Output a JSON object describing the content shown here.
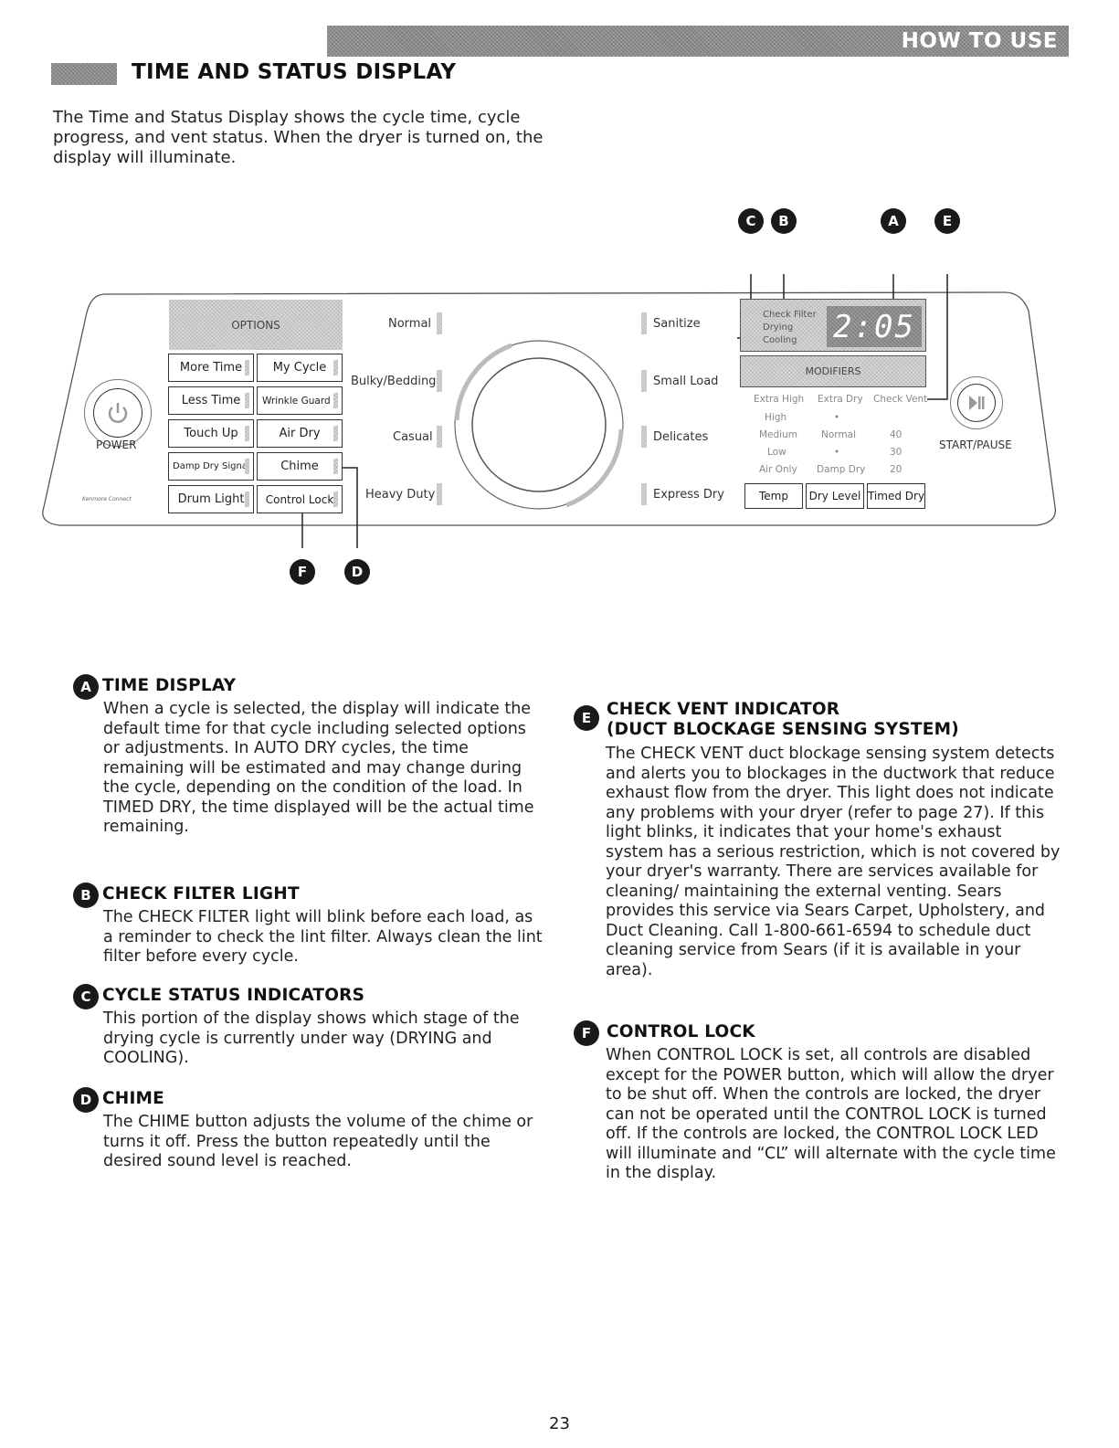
{
  "header": {
    "band_label": "HOW TO USE",
    "title": "TIME AND STATUS DISPLAY"
  },
  "intro": "The Time and Status Display shows the cycle time, cycle progress, and vent status. When the dryer is turned on, the display will illuminate.",
  "panel": {
    "power_label": "POWER",
    "kenmore_connect": "Kenmore Connect",
    "options_header": "OPTIONS",
    "option_buttons": [
      "More Time",
      "My Cycle",
      "Less Time",
      "Wrinkle Guard",
      "Touch Up",
      "Air Dry",
      "Damp Dry Signal",
      "Chime",
      "Drum Light",
      "Control Lock"
    ],
    "cycles_left": [
      "Normal",
      "Bulky/Bedding",
      "Casual",
      "Heavy Duty"
    ],
    "cycles_right": [
      "Sanitize",
      "Small Load",
      "Delicates",
      "Express Dry"
    ],
    "status": [
      "Check Filter",
      "Drying",
      "Cooling"
    ],
    "time_display": "2:05",
    "modifiers_header": "MODIFIERS",
    "temp_column": [
      "Extra High",
      "High",
      "Medium",
      "Low",
      "Air Only"
    ],
    "dry_level_column": [
      "Extra Dry",
      "•",
      "Normal",
      "•",
      "Damp Dry"
    ],
    "timed_dry_column": [
      "Check Vent",
      "40",
      "30",
      "20"
    ],
    "modifier_buttons": [
      "Temp",
      "Dry Level",
      "Timed Dry"
    ],
    "start_pause_label": "START/PAUSE",
    "callouts": {
      "a": "A",
      "b": "B",
      "c": "C",
      "d": "D",
      "e": "E",
      "f": "F"
    }
  },
  "sections": {
    "a": {
      "badge": "A",
      "title": "TIME DISPLAY",
      "body": "When a cycle is selected, the display will indicate the default time for that cycle including selected options or adjustments. In AUTO DRY cycles, the time remaining will be estimated and may change during the cycle, depending on the condition of the load. In TIMED DRY, the time displayed will be the actual time remaining."
    },
    "b": {
      "badge": "B",
      "title": "CHECK FILTER LIGHT",
      "body": "The CHECK FILTER light will blink before each load, as a reminder to check the lint filter. Always clean the lint filter before every cycle."
    },
    "c": {
      "badge": "C",
      "title": "CYCLE STATUS INDICATORS",
      "body": "This portion of the display shows which stage of the drying cycle is currently under way (DRYING and COOLING)."
    },
    "d": {
      "badge": "D",
      "title": "CHIME",
      "body": "The CHIME button adjusts the volume of the chime or turns it off. Press the button repeatedly until the desired sound level is reached."
    },
    "e": {
      "badge": "E",
      "title": "CHECK VENT INDICATOR",
      "subtitle": "(DUCT BLOCKAGE SENSING SYSTEM)",
      "body": "The CHECK VENT duct blockage sensing system detects and alerts you to blockages in the ductwork that reduce exhaust flow from the dryer. This light does not indicate any problems with your dryer (refer to page 27). If this light blinks, it indicates that your home's exhaust system has a serious restriction, which is not covered by your dryer's warranty. There are services available for cleaning/ maintaining the external venting. Sears provides this service via Sears Carpet, Upholstery, and Duct Cleaning. Call 1-800-661-6594 to schedule duct cleaning service from Sears (if it is available in your area)."
    },
    "f": {
      "badge": "F",
      "title": "CONTROL LOCK",
      "body": "When CONTROL LOCK is set, all controls are disabled except for the POWER button, which will allow the dryer to be shut off. When the controls are locked, the dryer can not be operated until the CONTROL LOCK is turned off. If the controls are locked, the CONTROL LOCK LED will illuminate and “CL” will alternate with the cycle time in the display."
    }
  },
  "page_number": "23"
}
